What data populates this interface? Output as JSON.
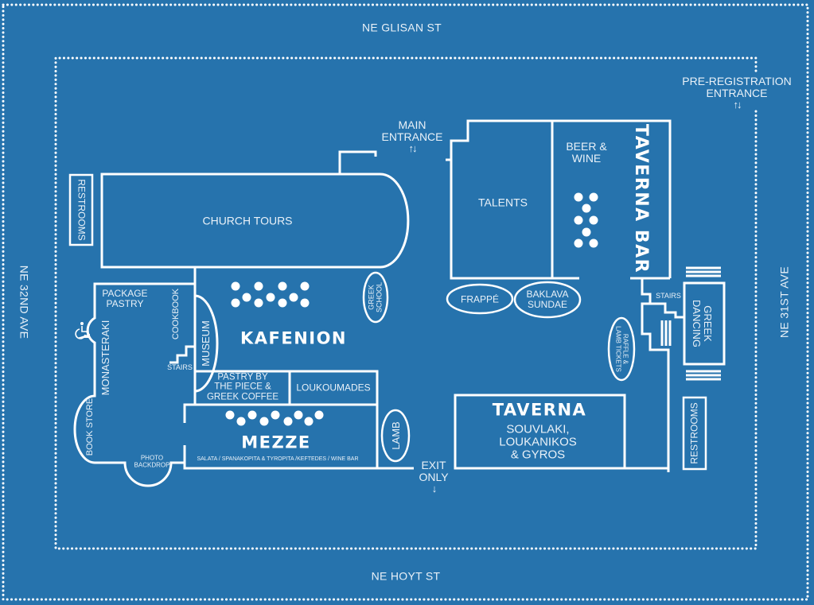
{
  "map": {
    "background_color": "#2673ad",
    "line_color": "#ffffff",
    "streets": {
      "north": "NE GLISAN ST",
      "south": "NE HOYT ST",
      "west": "NE 32ND AVE",
      "east": "NE 31ST AVE"
    },
    "entrances": {
      "main": {
        "line1": "MAIN",
        "line2": "ENTRANCE",
        "icon": "up-down-arrows-icon",
        "arrows": "↑↓"
      },
      "pre_registration": {
        "line1": "PRE-REGISTRATION",
        "line2": "ENTRANCE",
        "icon": "up-down-arrows-icon",
        "arrows": "↑↓"
      },
      "exit": {
        "line1": "EXIT",
        "line2": "ONLY",
        "icon": "down-arrow-icon",
        "arrow": "↓"
      }
    },
    "areas": {
      "church_tours": "CHURCH TOURS",
      "talents": "TALENTS",
      "beer_wine": {
        "line1": "BEER &",
        "line2": "WINE"
      },
      "taverna_bar": "TAVERNA BAR",
      "frappe": "FRAPPÉ",
      "baklava_sundae": {
        "line1": "BAKLAVA",
        "line2": "SUNDAE"
      },
      "greek_school": {
        "line1": "GREEK",
        "line2": "SCHOOL"
      },
      "kafenion": "KAFENION",
      "museum": "MUSEUM",
      "cookbook": "COOKBOOK",
      "stairs_left": "STAIRS",
      "stairs_right": "STAIRS",
      "package_pastry": {
        "line1": "PACKAGE",
        "line2": "PASTRY"
      },
      "monasteraki": "MONASTERAKI",
      "book_store": "BOOK STORE",
      "photo_backdrop": {
        "line1": "PHOTO",
        "line2": "BACKDROP"
      },
      "pastry_by_piece": {
        "line1": "PASTRY BY",
        "line2": "THE PIECE &",
        "line3": "GREEK COFFEE"
      },
      "loukoumades": "LOUKOUMADES",
      "mezze": "MEZZE",
      "mezze_menu": "SALATA / SPANAKOPITA & TYROPITA /KEFTEDES / WINE BAR",
      "lamb": "LAMB",
      "taverna": "TAVERNA",
      "taverna_menu": {
        "line1": "SOUVLAKI,",
        "line2": "LOUKANIKOS",
        "line3": "& GYROS"
      },
      "raffle": {
        "line1": "RAFFLE &",
        "line2": "LAMB TICKETS"
      },
      "greek_dancing": {
        "line1": "GREEK",
        "line2": "DANCING"
      },
      "restrooms_west": "RESTROOMS",
      "restrooms_east": "RESTROOMS"
    },
    "icons": {
      "accessibility": "wheelchair-icon"
    }
  }
}
